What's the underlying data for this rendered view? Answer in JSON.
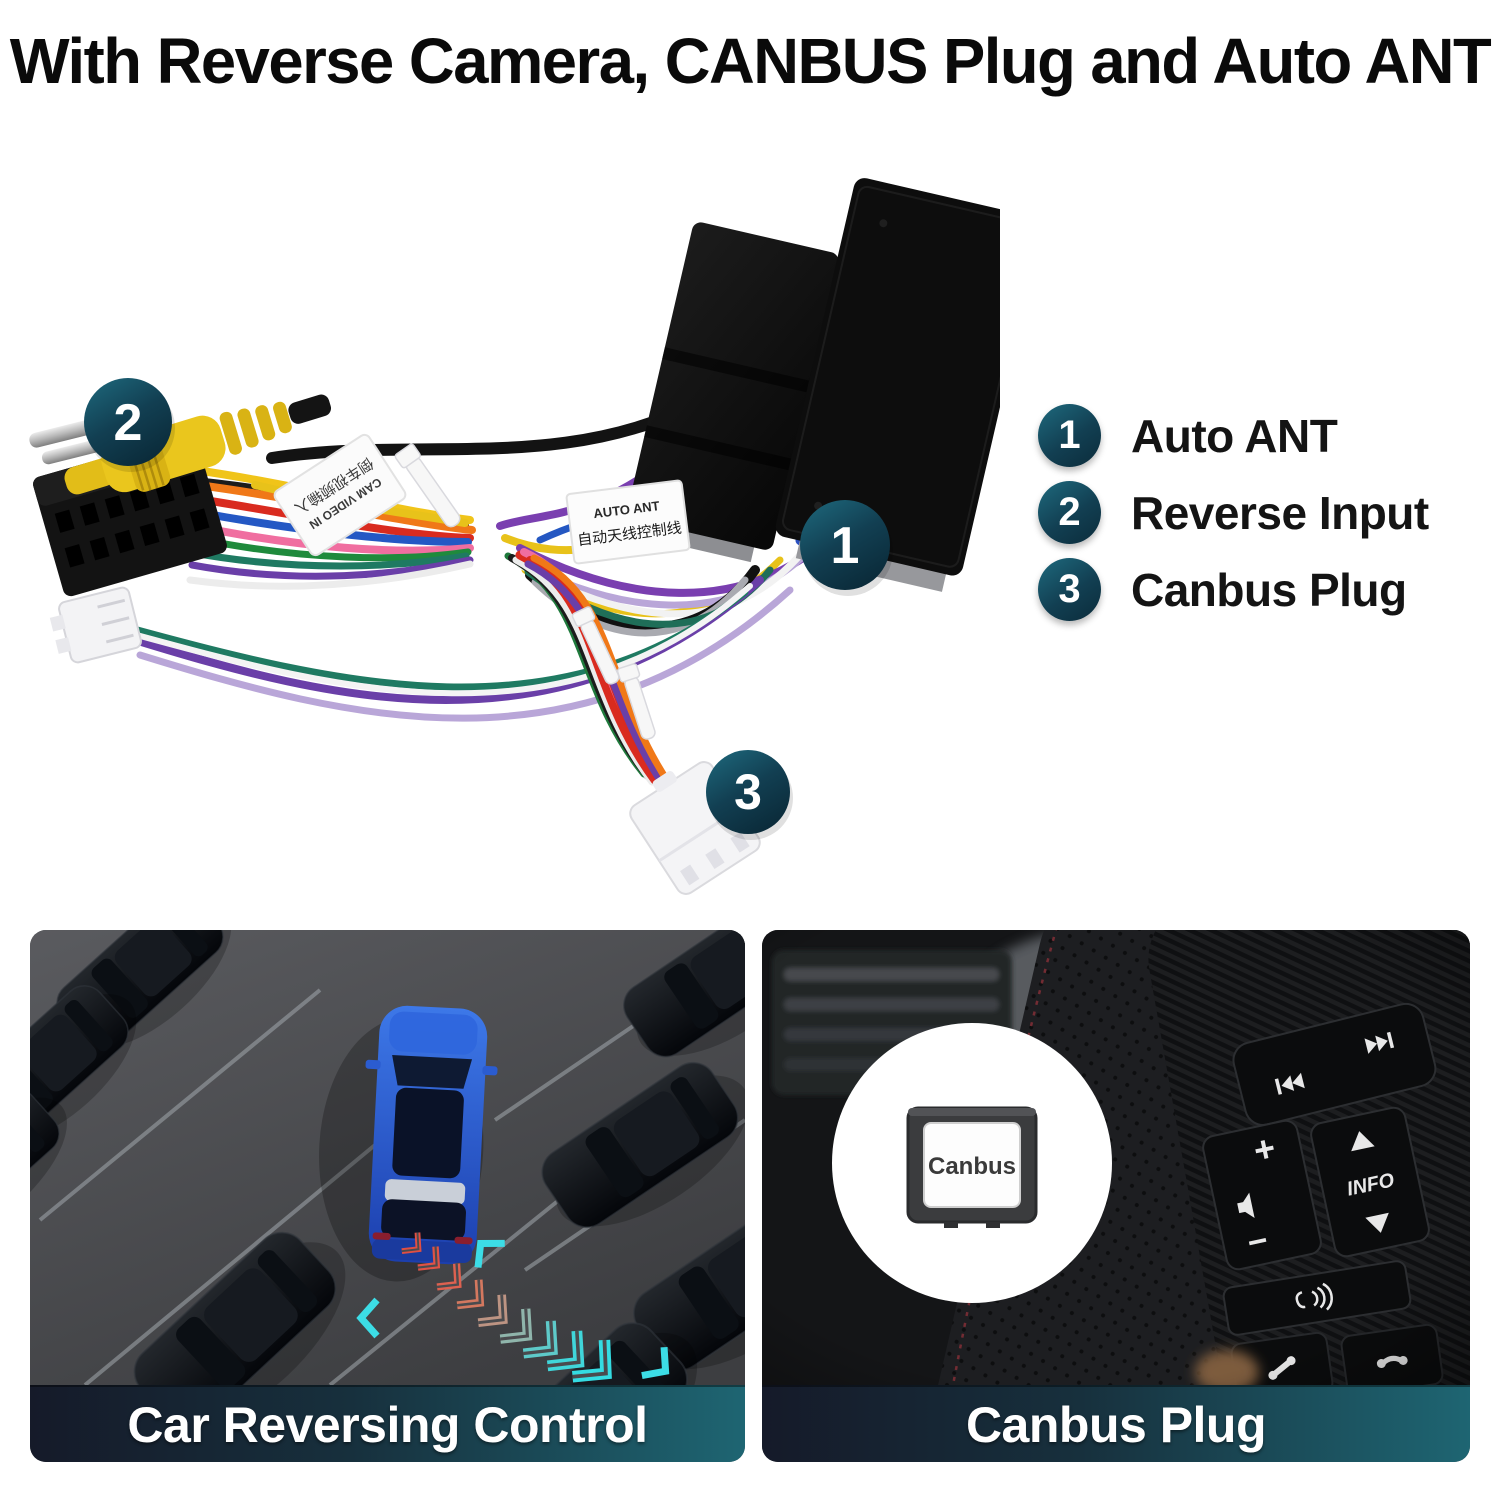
{
  "title": "With Reverse Camera, CANBUS Plug and Auto ANT",
  "harness": {
    "tags": {
      "cam_video": {
        "line1": "CAM VIDEO IN",
        "line2": "倒车视频输入"
      },
      "auto_ant": {
        "line1": "AUTO ANT",
        "line2": "自动天线控制线"
      }
    },
    "callouts": {
      "auto_ant": "1",
      "reverse_input": "2",
      "canbus": "3"
    }
  },
  "legend": {
    "items": [
      {
        "number": "1",
        "label": "Auto ANT"
      },
      {
        "number": "2",
        "label": "Reverse Input"
      },
      {
        "number": "3",
        "label": "Canbus Plug"
      }
    ]
  },
  "panels": {
    "left": {
      "caption": "Car Reversing Control"
    },
    "right": {
      "caption": "Canbus Plug",
      "chip_label": "Canbus",
      "buttons": {
        "info": "INFO",
        "volume_plus": "+",
        "volume_minus": "−"
      }
    }
  },
  "icons": {
    "seek-back-icon": "double-triangle-left-with-bar",
    "seek-forward-icon": "double-triangle-right-with-bar",
    "speaker-icon": "speaker-wedge",
    "info-up-icon": "triangle-up",
    "info-down-icon": "triangle-down",
    "voice-command-icon": "head-with-sound-waves",
    "phone-answer-icon": "handset",
    "phone-end-icon": "handset-horizontal"
  },
  "colors": {
    "badge_teal_light": "#1e6a7e",
    "badge_teal_dark": "#0b2c3b",
    "banner_navy": "#151a29",
    "banner_teal": "#1e6572",
    "hero_car_blue": "#2f66dd",
    "arrow_red": "#df5346",
    "arrow_cyan": "#34dce2",
    "rca_yellow": "#eac61d",
    "auto_ant_wire_blue": "#2457c2"
  }
}
